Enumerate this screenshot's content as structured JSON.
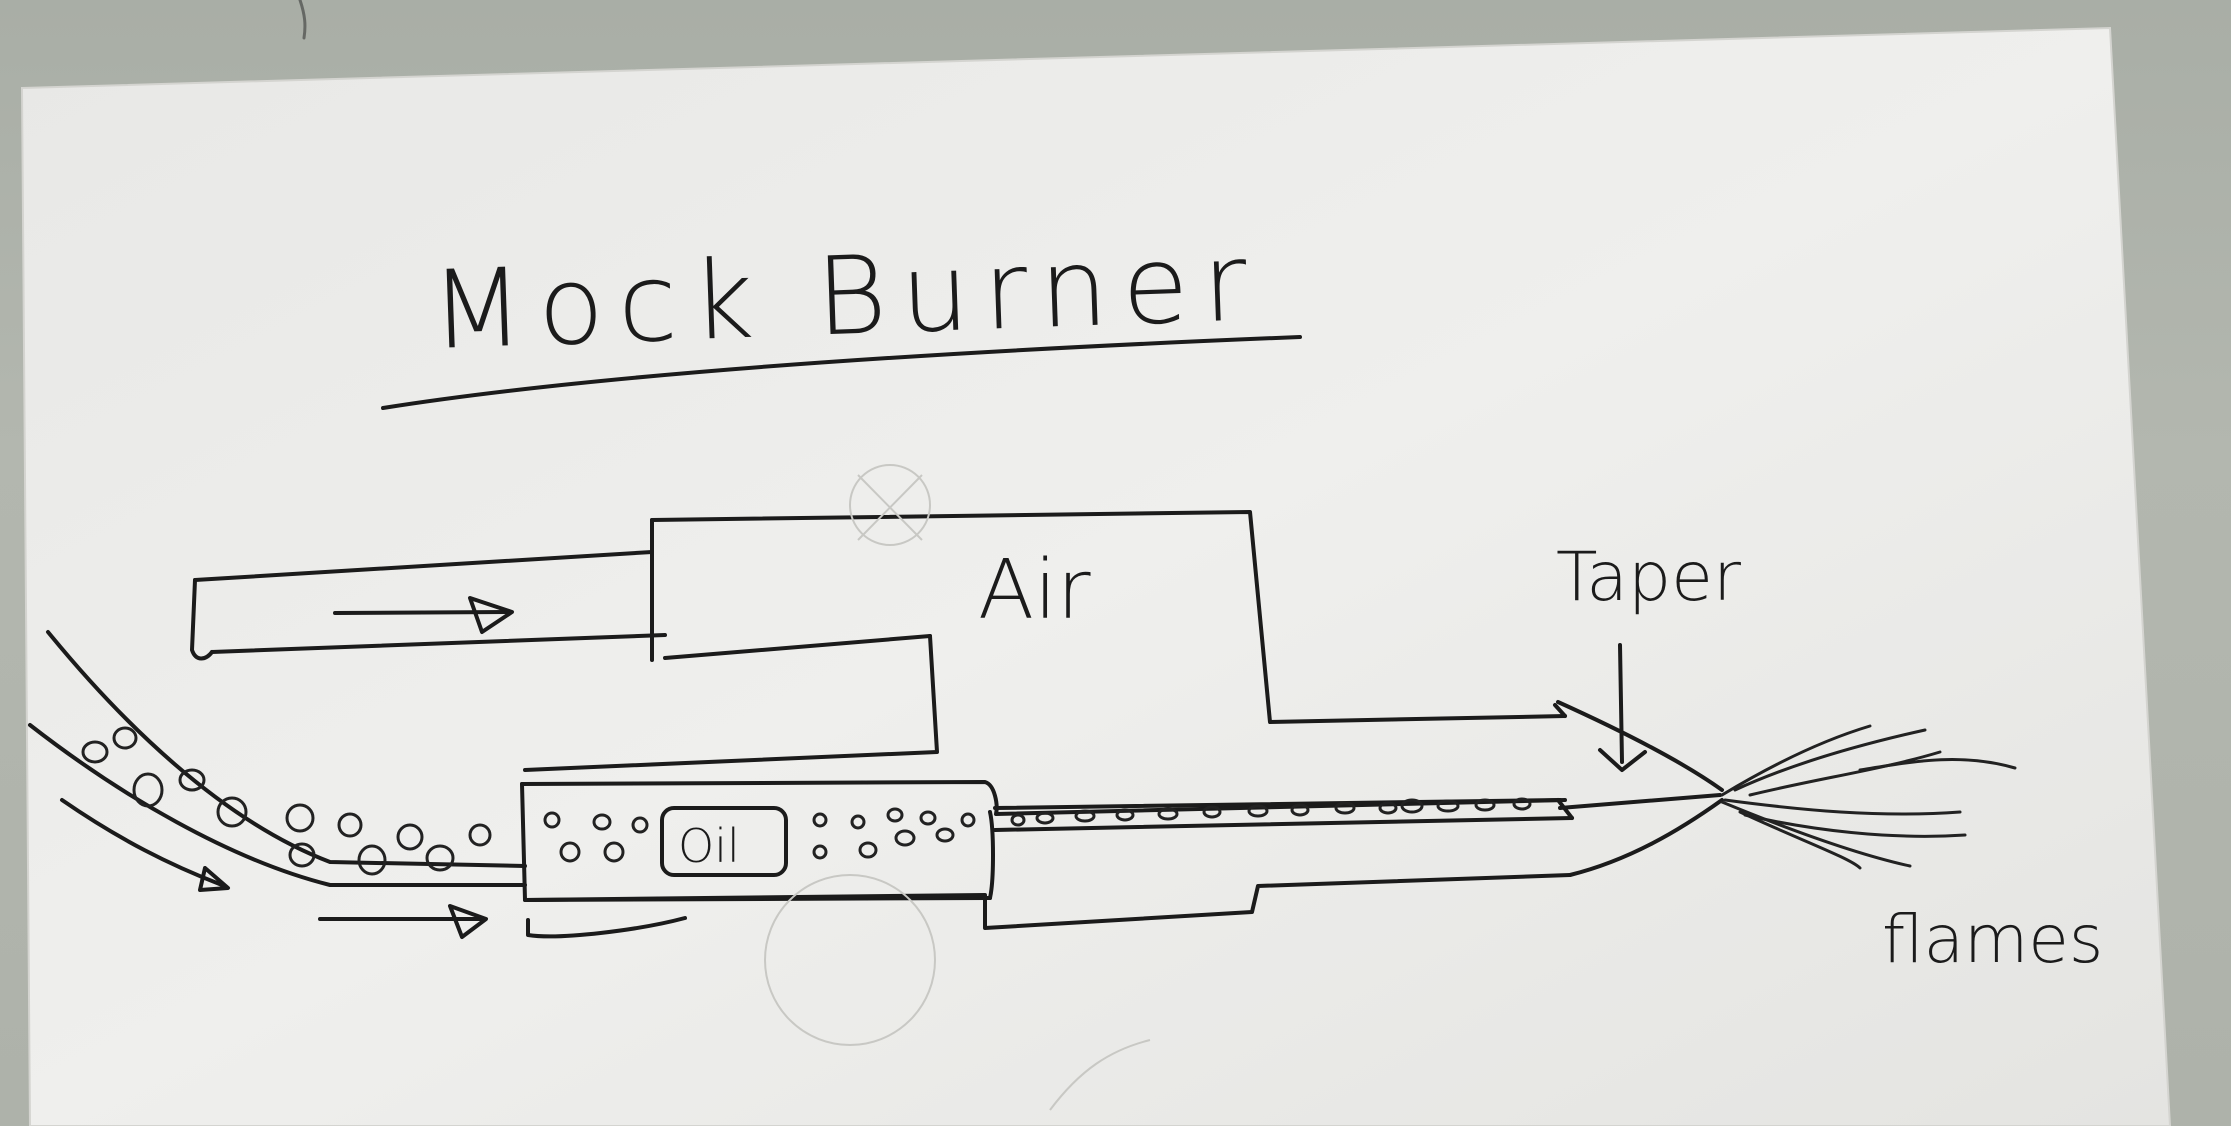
{
  "diagram": {
    "title": "Mock Burner",
    "labels": {
      "air": "Air",
      "oil": "Oil",
      "taper": "Taper",
      "flames": "flames"
    }
  },
  "colors": {
    "paper": "#ebebe9",
    "ink": "#1b1b1b",
    "background": "#aaaea6"
  }
}
